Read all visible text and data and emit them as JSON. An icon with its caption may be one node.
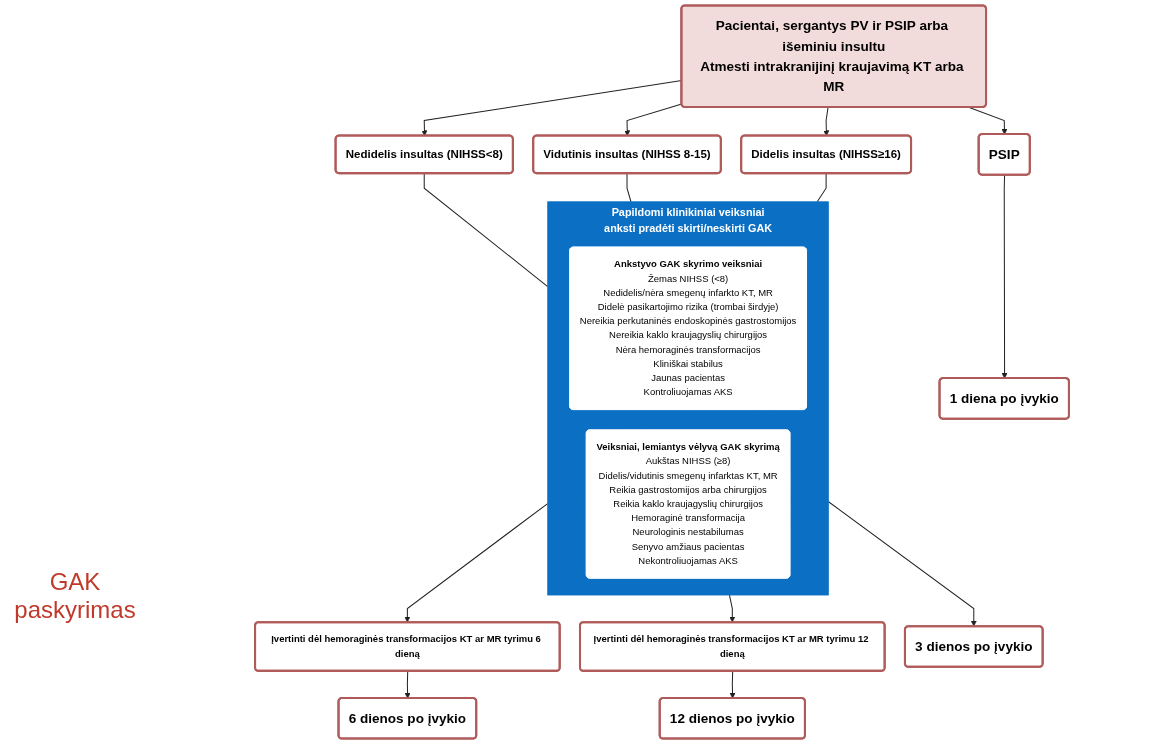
{
  "diagram": {
    "nodes": [
      {
        "text": [
          "Pacientai, sergantys PV ir PSIP arba išeminiu insultu",
          "Atmesti intrakranijinį kraujavimą KT arba MR"
        ]
      },
      {
        "text": [
          "PSIP"
        ]
      },
      {
        "text": [
          "Nedidelis insultas (NIHSS<8)"
        ]
      },
      {
        "text": [
          "Vidutinis insultas (NIHSS 8-15)"
        ]
      },
      {
        "text": [
          "Didelis insultas (NIHSS≥16)"
        ]
      },
      {
        "text": [
          "Papildomi klinikiniai veiksniai anksti pradėti skirti/neskirti GAK"
        ]
      },
      {
        "text": [
          "Ankstyvo GAK skyrimo veiksniai",
          "Žemas NIHSS (<8)",
          "Nedidelis/nėra smegenų infarkto KT, MR",
          "Didelė pasikartojimo rizika (trombai širdyje)",
          "Nereikia perkutaninės endoskopinės gastrostomijos",
          "Nereikia kaklo kraujagyslių chirurgijos",
          "Nėra hemoraginės transformacijos",
          "Kliniškai stabilus",
          "Jaunas pacientas",
          "Kontroliuojamas AKS"
        ],
        "in": 5
      },
      {
        "text": [
          "Veiksniai, lemiantys vėlyvą GAK skyrimą",
          "Aukštas NIHSS (≥8)",
          "Didelis/vidutinis smegenų infarktas KT, MR",
          "Reikia gastrostomijos arba chirurgijos",
          "Reikia kaklo kraujagyslių chirurgijos",
          "Hemoraginė transformacija",
          "Neurologinis nestabilumas",
          "Senyvo amžiaus pacientas",
          "Nekontroliuojamas AKS"
        ],
        "in": 5
      },
      {
        "text": [
          "Įvertinti dėl hemoraginės transformacijos KT ar MR tyrimu 6 dieną"
        ]
      },
      {
        "text": [
          "Įvertinti dėl hemoraginės transformacijos KT ar MR tyrimu 12 dieną"
        ]
      },
      {
        "text": [
          "1 diena po įvykio"
        ]
      },
      {
        "text": [
          "3 dienos po įvykio"
        ]
      },
      {
        "text": [
          "6 dienos po įvykio"
        ]
      },
      {
        "text": [
          "12 dienos po įvykio"
        ]
      }
    ],
    "edges": [
      {
        "from": 0,
        "to": 1,
        "arrow": "to"
      },
      {
        "from": 0,
        "to": 2,
        "arrow": "to"
      },
      {
        "from": 0,
        "to": 3,
        "arrow": "to"
      },
      {
        "from": 0,
        "to": 4,
        "arrow": "to"
      },
      {
        "from": 2,
        "to": 5,
        "arrow": "none"
      },
      {
        "from": 3,
        "to": 5,
        "arrow": "none"
      },
      {
        "from": 4,
        "to": 5,
        "arrow": "none"
      },
      {
        "from": 1,
        "to": 10,
        "arrow": "to"
      },
      {
        "from": 5,
        "to": 11,
        "arrow": "to"
      },
      {
        "from": 5,
        "to": 8,
        "arrow": "to"
      },
      {
        "from": 5,
        "to": 9,
        "arrow": "to"
      },
      {
        "from": 8,
        "to": 12,
        "arrow": "to"
      },
      {
        "from": 9,
        "to": 13,
        "arrow": "to"
      }
    ],
    "labels": [
      "GAK paskyrimas"
    ]
  }
}
